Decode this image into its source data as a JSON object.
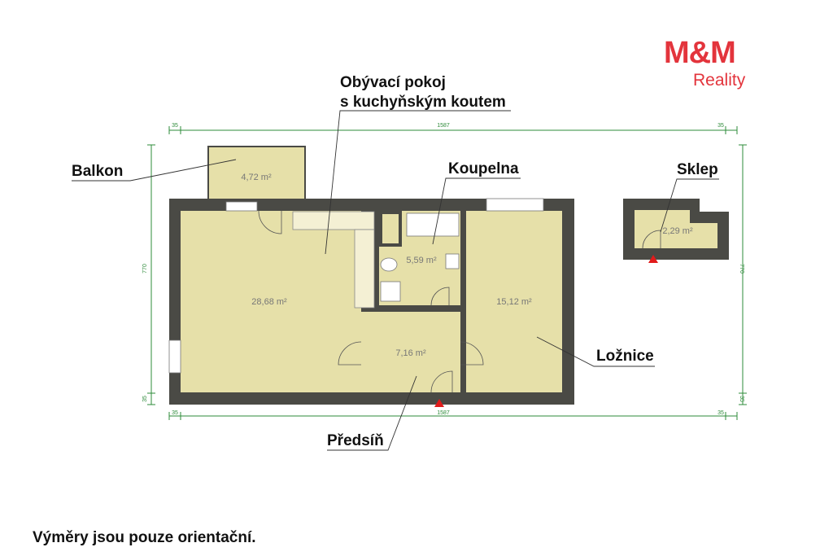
{
  "logo": {
    "brand": "M&M",
    "sub": "Reality"
  },
  "labels": {
    "living_1": "Obývací pokoj",
    "living_2": "s kuchyňským koutem",
    "balcony": "Balkon",
    "bathroom": "Koupelna",
    "cellar": "Sklep",
    "bedroom": "Ložnice",
    "hall": "Předsíň"
  },
  "areas": {
    "balcony": "4,72 m²",
    "living": "28,68 m²",
    "bathroom": "5,59 m²",
    "hall": "7,16 m²",
    "bedroom": "15,12 m²",
    "cellar": "2,29 m²"
  },
  "dimensions": {
    "top_total": "1587",
    "top_left": "35",
    "top_right": "35",
    "bottom_total": "1587",
    "bottom_left": "35",
    "bottom_right": "35",
    "left_height": "770",
    "left_small": "35",
    "right_height": "770",
    "right_small": "35"
  },
  "colors": {
    "wall": "#4a4a45",
    "floor": "#e6e0a9",
    "dim": "#2e8b3a",
    "brand": "#e3343c",
    "marker": "#e11b1b"
  },
  "note": "Výměry jsou pouze orientační."
}
